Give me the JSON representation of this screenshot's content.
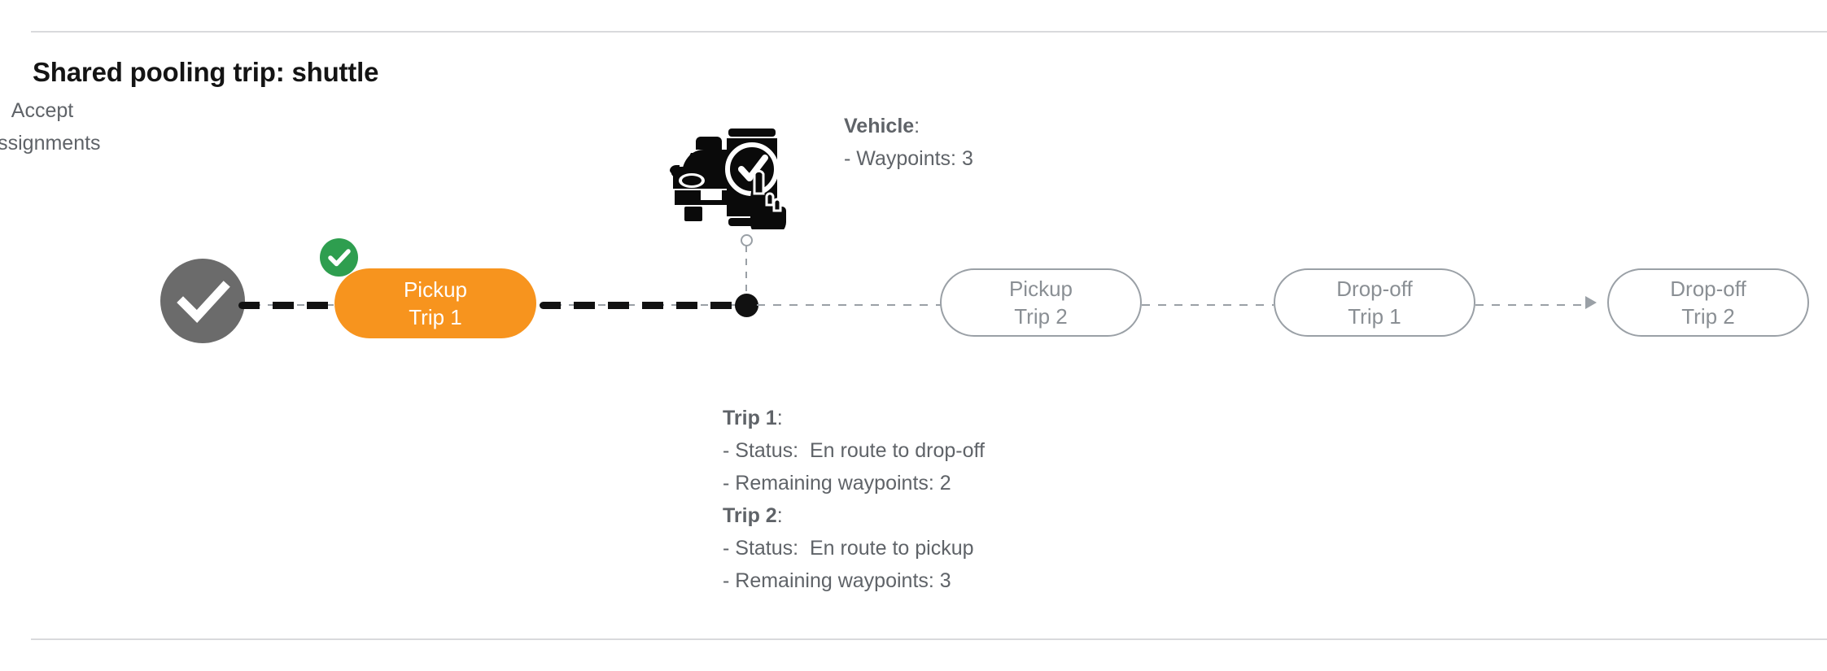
{
  "page": {
    "title": "Shared pooling trip: shuttle",
    "background": "#ffffff",
    "divider_color": "#d9dadc"
  },
  "colors": {
    "active_pill": "#f7941e",
    "completed_badge": "#2e9e4f",
    "accept_node": "#6b6b6b",
    "pending_outline": "#9aa0a6",
    "pending_text": "#8a8f94",
    "annotation_text": "#5f6368",
    "active_path": "#111111"
  },
  "flow": {
    "accept_node": {
      "icon": "check-circle-icon",
      "label_line1": "Accept",
      "label_line2": "Assignments",
      "state": "completed"
    },
    "active_stop": {
      "line1": "Pickup",
      "line2": "Trip 1",
      "state": "completed",
      "badge_icon": "check-badge-icon"
    },
    "vehicle_marker": {
      "icon": "vehicle-app-icon",
      "state": "current-position"
    },
    "pending_stops": [
      {
        "line1": "Pickup",
        "line2": "Trip 2",
        "state": "pending"
      },
      {
        "line1": "Drop-off",
        "line2": "Trip 1",
        "state": "pending"
      },
      {
        "line1": "Drop-off",
        "line2": "Trip 2",
        "state": "pending"
      }
    ]
  },
  "annotations": {
    "vehicle": {
      "heading": "Vehicle",
      "heading_suffix": ":",
      "lines": [
        "- Waypoints: 3"
      ]
    },
    "trips": [
      {
        "heading": "Trip 1",
        "heading_suffix": ":",
        "status_label": "- Status:",
        "status_value": "En route to drop-off",
        "waypoints_line": "- Remaining waypoints: 2"
      },
      {
        "heading": "Trip 2",
        "heading_suffix": ":",
        "status_label": "- Status:",
        "status_value": "En route to pickup",
        "waypoints_line": "- Remaining waypoints: 3"
      }
    ]
  }
}
